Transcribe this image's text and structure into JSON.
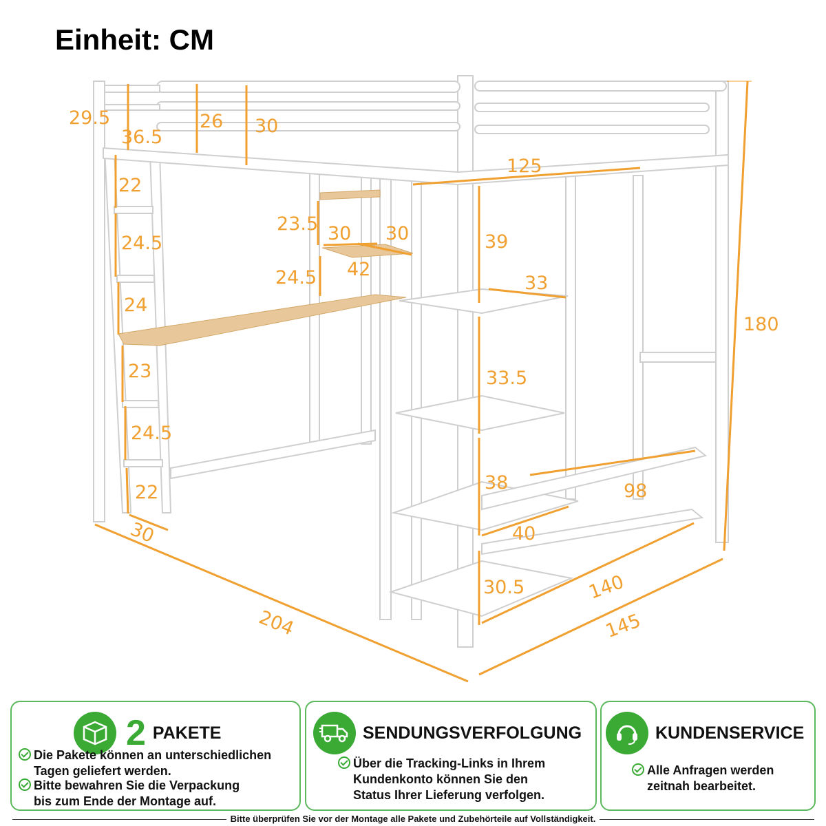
{
  "title": "Einheit: CM",
  "dimensions": [
    "29.5",
    "36.5",
    "26",
    "30",
    "125",
    "22",
    "24.5",
    "23.5",
    "30",
    "30",
    "42",
    "39",
    "24.5",
    "33",
    "24",
    "33.5",
    "23",
    "24.5",
    "38",
    "98",
    "22",
    "40",
    "30",
    "30.5",
    "140",
    "180",
    "204",
    "145"
  ],
  "cards": {
    "packages": {
      "number": "2",
      "title": "PAKETE",
      "icon": "package-box-icon",
      "notes": [
        [
          "Die Pakete können an unterschiedlichen",
          "Tagen geliefert werden."
        ],
        [
          "Bitte bewahren Sie die Verpackung",
          "bis zum Ende der Montage auf."
        ]
      ]
    },
    "tracking": {
      "title": "SENDUNGSVERFOLGUNG",
      "icon": "delivery-truck-icon",
      "notes": [
        [
          "Über die Tracking-Links in Ihrem",
          "Kundenkonto können Sie den",
          "Status Ihrer Lieferung verfolgen."
        ]
      ]
    },
    "service": {
      "title": "KUNDENSERVICE",
      "icon": "headset-icon",
      "notes": [
        [
          "Alle Anfragen werden",
          "zeitnah bearbeitet."
        ]
      ]
    }
  },
  "footer": "Bitte überprüfen Sie vor der Montage alle Pakete und Zubehörteile auf Vollständigkeit.",
  "colors": {
    "dimension": "#f0a030",
    "accent_green": "#3aaa35",
    "card_border": "#5cb85c",
    "wood": "#e8c89a",
    "frame": "#d8d8d8"
  }
}
